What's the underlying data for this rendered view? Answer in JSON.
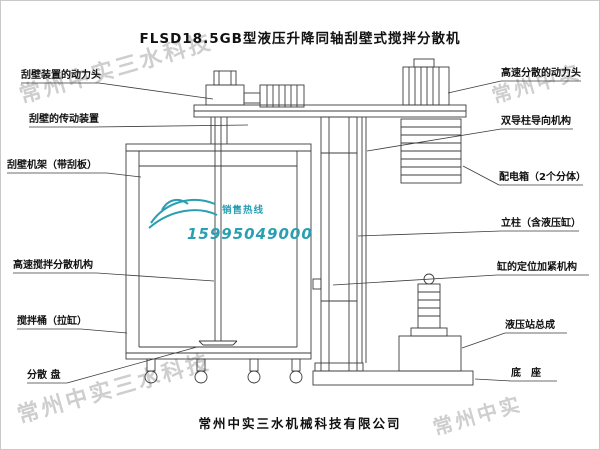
{
  "title": "FLSD18.5GB型液压升降同轴刮壁式搅拌分散机",
  "footer": "常州中实三水机械科技有限公司",
  "watermarks": {
    "full": "常州中实三水科技",
    "short": "常州中实"
  },
  "hotline": {
    "label": "销售热线",
    "number": "15995049000",
    "color": "#2a9fb1"
  },
  "colors": {
    "line": "#3c3c3c",
    "watermark": "#7d7d7d",
    "accent": "#2a9fb1"
  },
  "labels": {
    "left": [
      {
        "text": "刮壁装置的动力头"
      },
      {
        "text": "刮壁的传动装置"
      },
      {
        "text": "刮壁机架（带刮板）"
      },
      {
        "text": "高速搅拌分散机构"
      },
      {
        "text": "搅拌桶（拉缸）"
      },
      {
        "text": "分散 盘"
      }
    ],
    "right": [
      {
        "text": "高速分散的动力头"
      },
      {
        "text": "双导柱导向机构"
      },
      {
        "text": "配电箱（2个分体）"
      },
      {
        "text": "立柱（含液压缸）"
      },
      {
        "text": "缸的定位加紧机构"
      },
      {
        "text": "液压站总成"
      },
      {
        "text": "底　座"
      }
    ]
  }
}
